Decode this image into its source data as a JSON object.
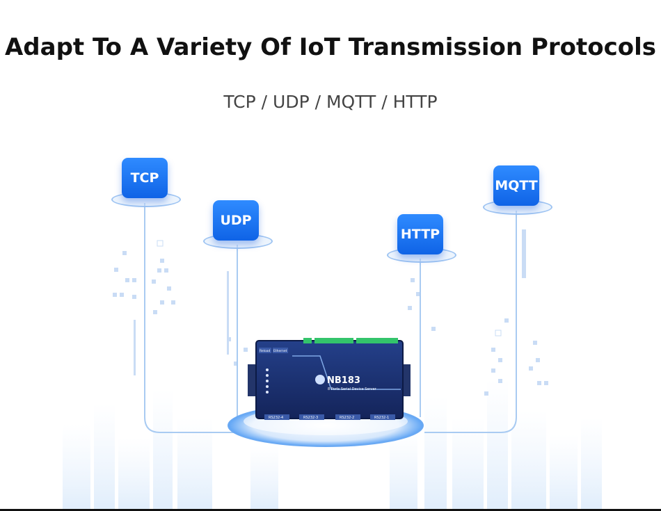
{
  "title": "Adapt To A Variety Of IoT Transmission Protocols",
  "subtitle": "TCP / UDP / MQTT / HTTP",
  "protocols": {
    "tcp": "TCP",
    "udp": "UDP",
    "http": "HTTP",
    "mqtt": "MQTT"
  },
  "device": {
    "model": "NB183",
    "description": "8 Ports Serial Device Server",
    "ports": [
      "RS232-4",
      "RS232-3",
      "RS232-2",
      "RS232-1"
    ],
    "top_labels": [
      "Reload",
      "Ethernet"
    ]
  },
  "colors": {
    "accent": "#1a73f0",
    "device_body": "#1c2f6b",
    "line": "#a9cbf2"
  }
}
